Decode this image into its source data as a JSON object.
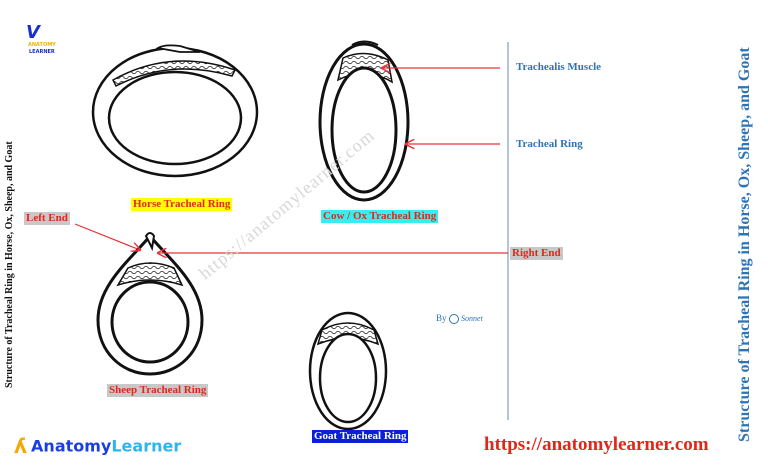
{
  "title_left": "Structure of Tracheal Ring in Horse, Ox, Sheep, and Goat",
  "title_right": "Structure of Tracheal Ring in Horse, Ox, Sheep, and Goat",
  "logo_top": {
    "line1": "ANATOMY",
    "line2": "LEARNER"
  },
  "logo_bottom": {
    "part1": "Anatomy",
    "part2": "Learner"
  },
  "watermark": "https://anatomylearner.com",
  "website_url": "https://anatomylearner.com",
  "credit": {
    "by": "By",
    "name": "Sonnet"
  },
  "rings": [
    {
      "label": "Horse Tracheal Ring",
      "bg": "#ffff00",
      "fg": "#e0271b"
    },
    {
      "label": "Cow / Ox Tracheal Ring",
      "bg": "#33f0f0",
      "fg": "#e0271b"
    },
    {
      "label": "Sheep Tracheal Ring",
      "bg": "#c8c8c8",
      "fg": "#e0271b"
    },
    {
      "label": "Goat Tracheal Ring",
      "bg": "#0a1fd8",
      "fg": "#ffffff"
    }
  ],
  "annotations": {
    "trachealis_muscle": "Trachealis Muscle",
    "tracheal_ring": "Tracheal Ring",
    "left_end": "Left End",
    "right_end": "Right End"
  },
  "colors": {
    "arrow": "#e8343a",
    "divider": "#7f9fbf",
    "title_blue": "#2e74b5",
    "url_red": "#e0271b"
  }
}
